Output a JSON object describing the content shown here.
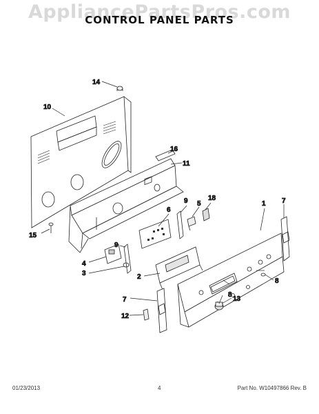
{
  "watermark": "AppliancePartsPros.com",
  "title": "CONTROL PANEL PARTS",
  "callouts": {
    "c1": "1",
    "c2": "2",
    "c3": "3",
    "c4": "4",
    "c5": "5",
    "c6": "6",
    "c7a": "7",
    "c7b": "7",
    "c8a": "8",
    "c8b": "8",
    "c9a": "9",
    "c9b": "9",
    "c10": "10",
    "c11": "11",
    "c12": "12",
    "c13": "13",
    "c14": "14",
    "c15": "15",
    "c16": "16",
    "c18": "18"
  },
  "footer": {
    "date": "01/23/2013",
    "page": "4",
    "part_no": "Part No.  W10497866  Rev.  B"
  }
}
